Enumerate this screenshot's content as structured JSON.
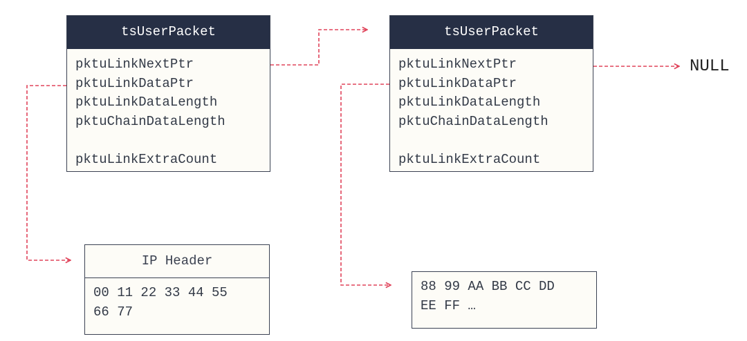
{
  "packets": [
    {
      "title": "tsUserPacket",
      "fields": [
        "pktuLinkNextPtr",
        "pktuLinkDataPtr",
        "pktuLinkDataLength",
        "pktuChainDataLength",
        "pktuLinkExtraCount"
      ]
    },
    {
      "title": "tsUserPacket",
      "fields": [
        "pktuLinkNextPtr",
        "pktuLinkDataPtr",
        "pktuLinkDataLength",
        "pktuChainDataLength",
        "pktuLinkExtraCount"
      ]
    }
  ],
  "data_buffers": [
    {
      "title": "IP Header",
      "lines": [
        "00 11 22 33 44 55",
        "66 77"
      ]
    },
    {
      "lines": [
        "88 99 AA BB CC DD",
        "EE FF …"
      ]
    }
  ],
  "null_label": "NULL",
  "colors": {
    "header_bg": "#262f45",
    "arrow": "#e0435a",
    "border": "#3a4152"
  }
}
